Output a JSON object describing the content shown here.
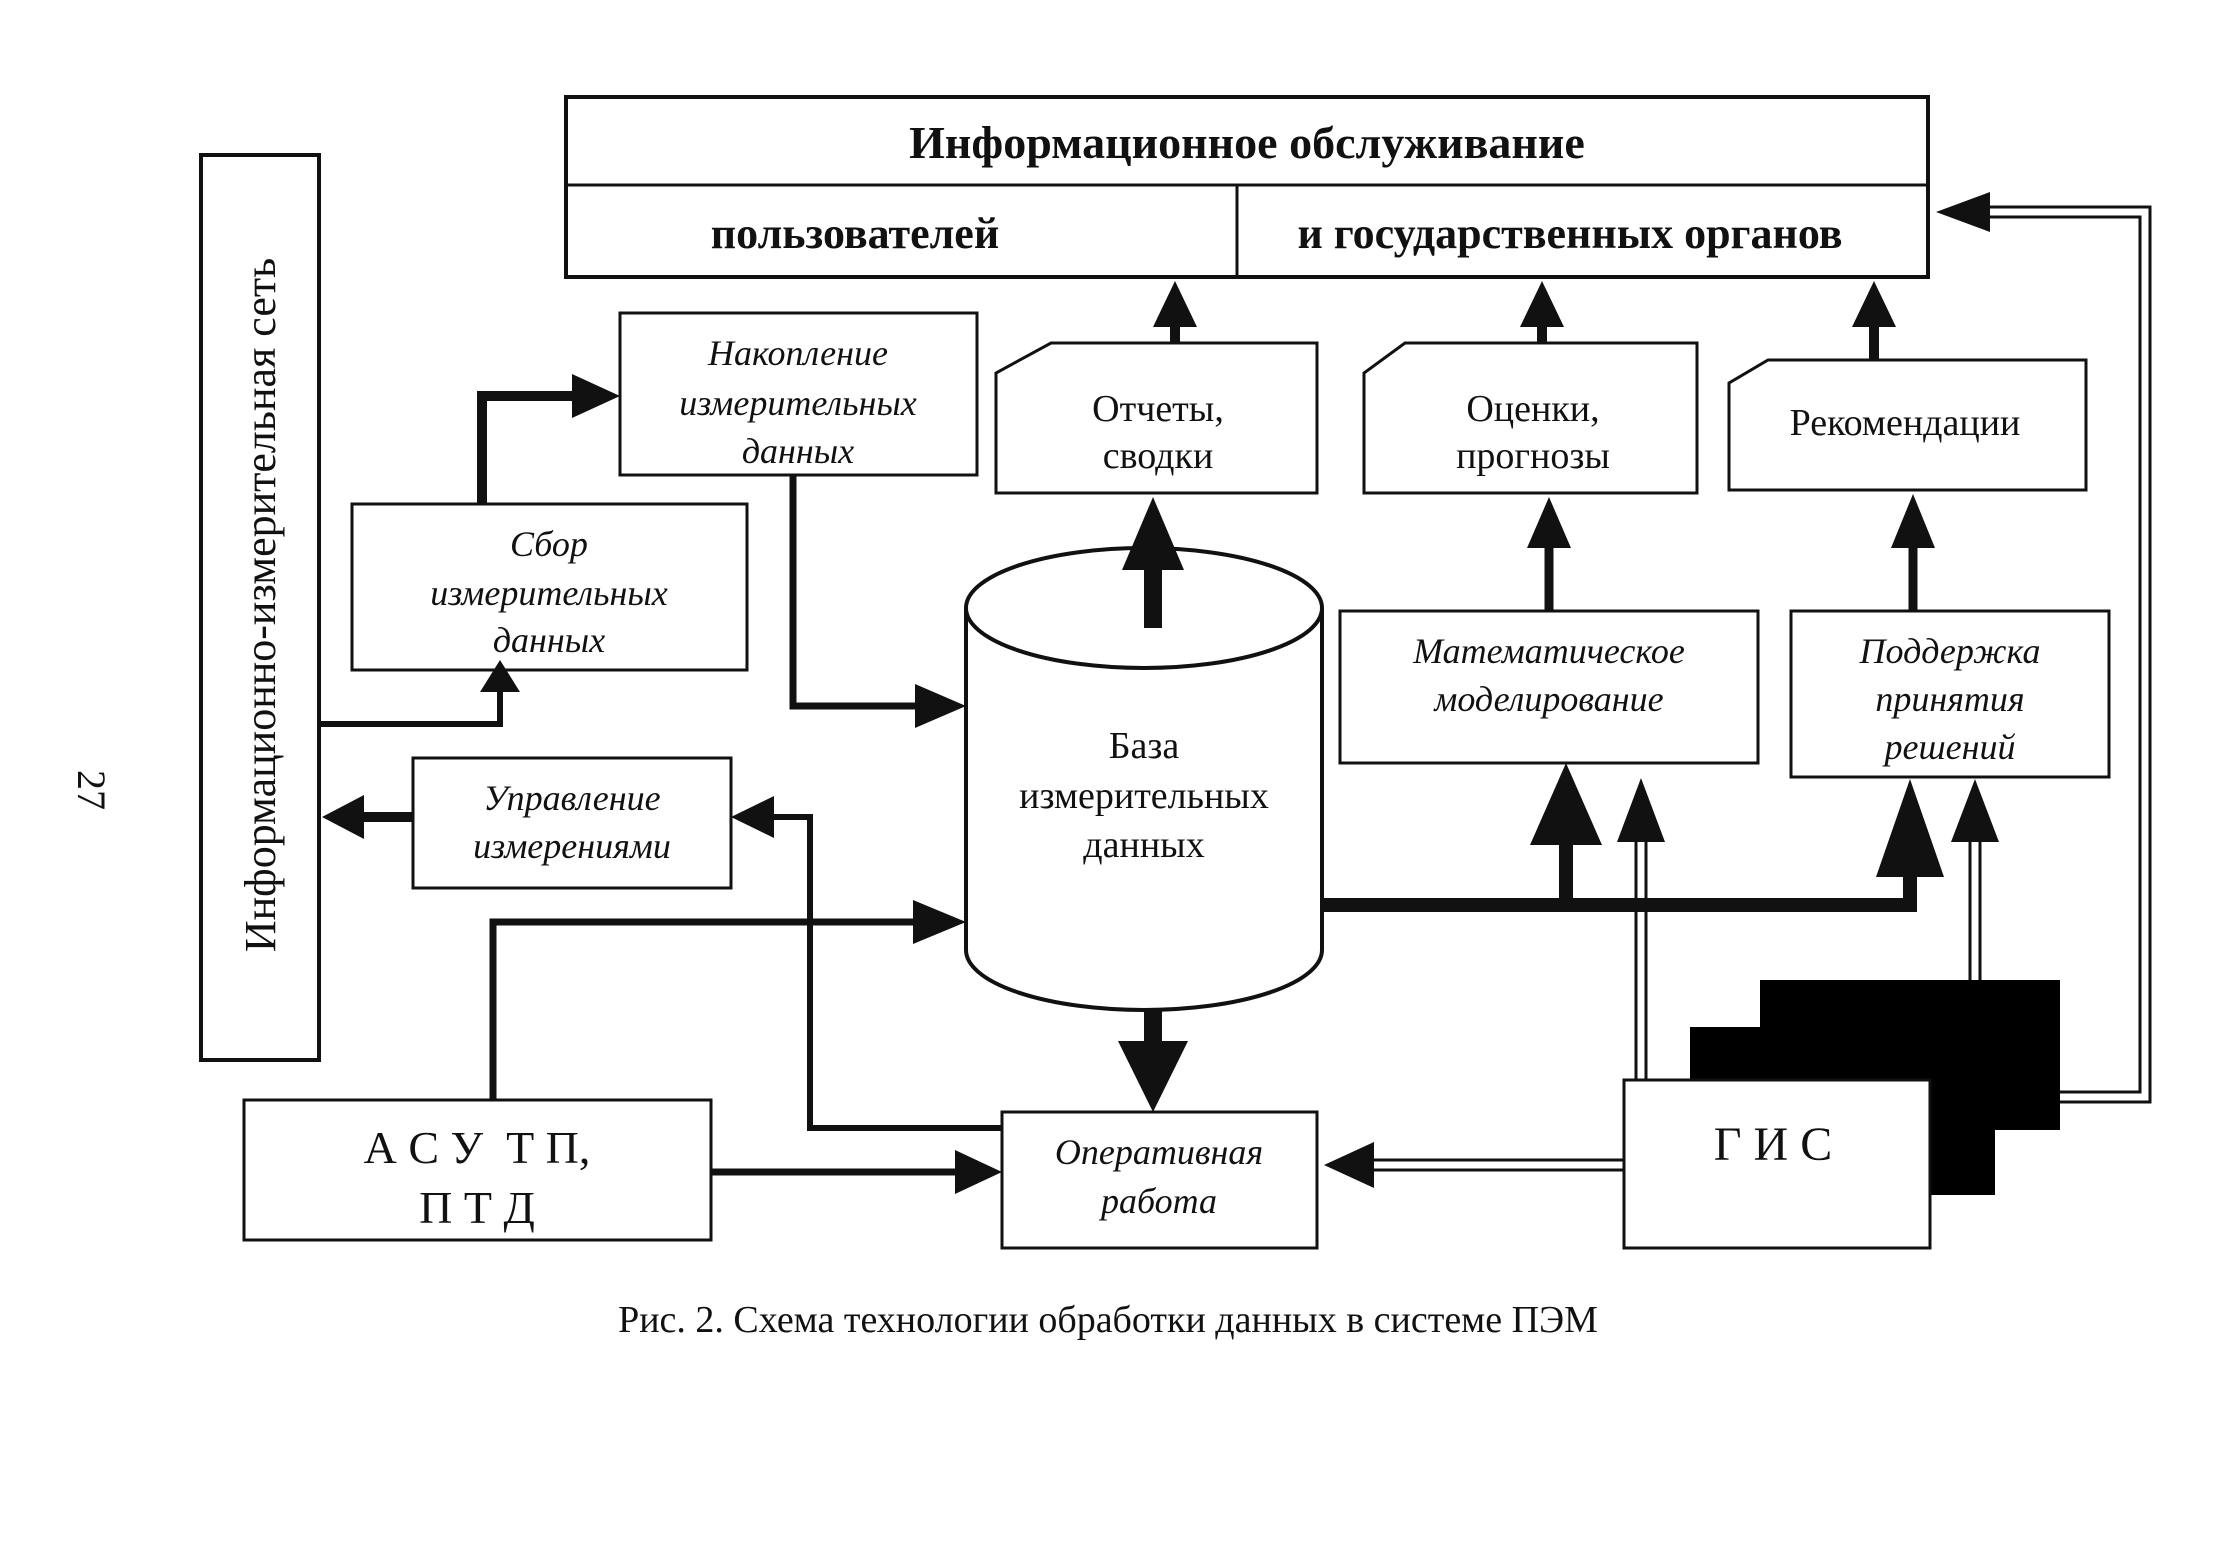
{
  "page_number": "27",
  "caption": "Рис. 2. Схема технологии обработки данных в системе ПЭМ",
  "header": {
    "title": "Информационное обслуживание",
    "left_cell": "пользователей",
    "right_cell": "и государственных органов"
  },
  "network_label": "Информационно-измерительная сеть",
  "blocks": {
    "accumulation": [
      "Накопление",
      "измерительных",
      "данных"
    ],
    "collection": [
      "Сбор",
      "измерительных",
      "данных"
    ],
    "control": [
      "Управление",
      "измерениями"
    ],
    "reports": [
      "Отчеты,",
      "сводки"
    ],
    "estimates": [
      "Оценки,",
      "прогнозы"
    ],
    "recommendations": [
      "Рекомендации"
    ],
    "database": [
      "База",
      "измерительных",
      "данных"
    ],
    "modeling": [
      "Математическое",
      "моделирование"
    ],
    "decision_support": [
      "Поддержка",
      "принятия",
      "решений"
    ],
    "asu": [
      "А С У  Т П,",
      "П Т Д"
    ],
    "operative": [
      "Оперативная",
      "работа"
    ],
    "gis": "Г И С"
  }
}
